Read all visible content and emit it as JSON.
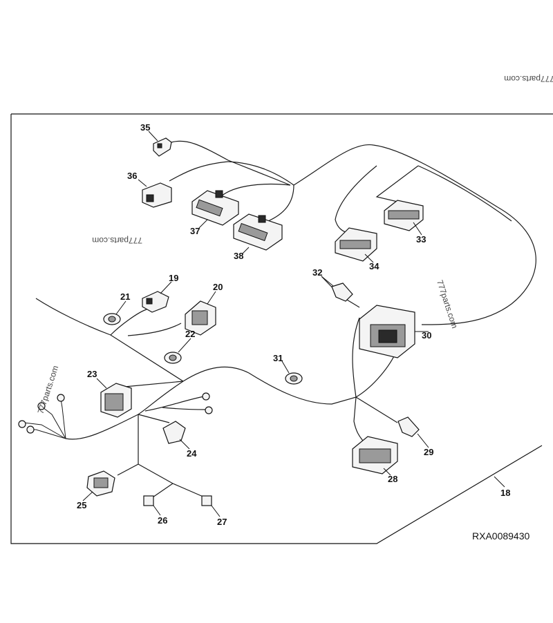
{
  "drawing_ref": "RXA0089430",
  "watermarks": [
    "777parts.com",
    "777parts.com",
    "777parts.com",
    "777parts.com"
  ],
  "callouts": {
    "c18": "18",
    "c19": "19",
    "c20": "20",
    "c21": "21",
    "c22": "22",
    "c23": "23",
    "c24": "24",
    "c25": "25",
    "c26": "26",
    "c27": "27",
    "c28": "28",
    "c29": "29",
    "c30": "30",
    "c31": "31",
    "c32": "32",
    "c33": "33",
    "c34": "34",
    "c35": "35",
    "c36": "36",
    "c37": "37",
    "c38": "38"
  }
}
